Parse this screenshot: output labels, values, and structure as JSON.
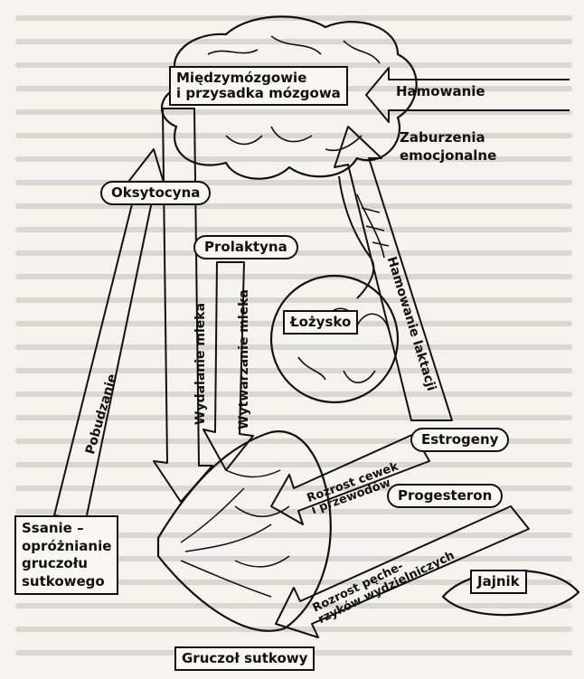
{
  "nodes": {
    "hypothalamus": "Międzymózgowie\ni przysadka mózgowa",
    "inhibition": "Hamowanie",
    "emotional": "Zaburzenia\nemocjonalne",
    "oxytocin": "Oksytocyna",
    "prolactin": "Prolaktyna",
    "placenta": "Łożysko",
    "estrogens": "Estrogeny",
    "progesterone": "Progesteron",
    "ovary": "Jajnik",
    "suckling": "Ssanie –\nopróżnianie\ngruczołu\nsutkowego",
    "gland": "Gruczoł sutkowy"
  },
  "arrows": {
    "stimulation": "Pobudzanie",
    "milk_ejection": "Wydalanie mleka",
    "milk_production": "Wytwarzanie mleka",
    "lactation_inhibition": "Hamowanie laktacji",
    "duct_growth": "Rozrost cewek\ni przewodów",
    "alveoli_growth": "Rozrost pęche-\nrzyków wydzielniczych"
  }
}
